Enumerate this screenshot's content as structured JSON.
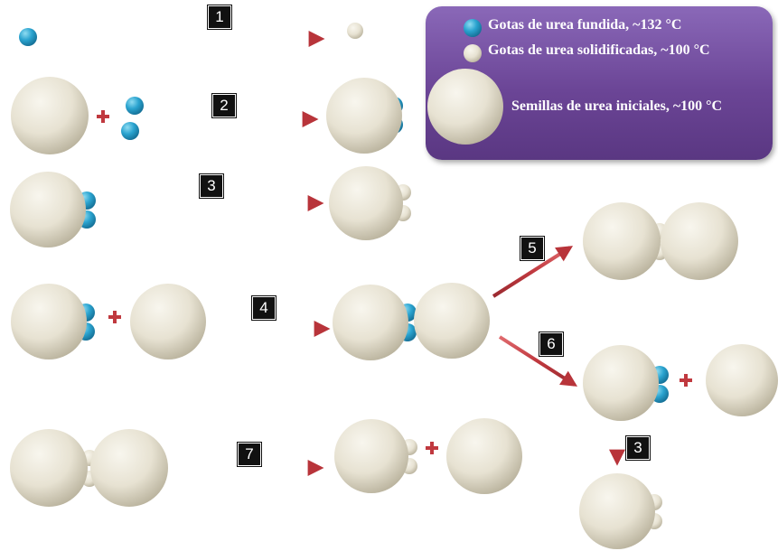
{
  "legend": {
    "molten": "Gotas de urea fundida, ~132 °C",
    "solidified": "Gotas de urea solidificadas,  ~100 °C",
    "seeds": "Semillas de urea iniciales, ~100 °C"
  },
  "steps": {
    "s1": "1",
    "s2": "2",
    "s3a": "3",
    "s4": "4",
    "s5": "5",
    "s6": "6",
    "s7": "7",
    "s3b": "3"
  },
  "operators": {
    "plus": "+"
  },
  "colors": {
    "arrow": "#c0393f",
    "seed": "#e8e4d6",
    "molten_drop": "#3aa6c9",
    "legend_bg": "#6f4a9c",
    "step_box": "#111111"
  }
}
